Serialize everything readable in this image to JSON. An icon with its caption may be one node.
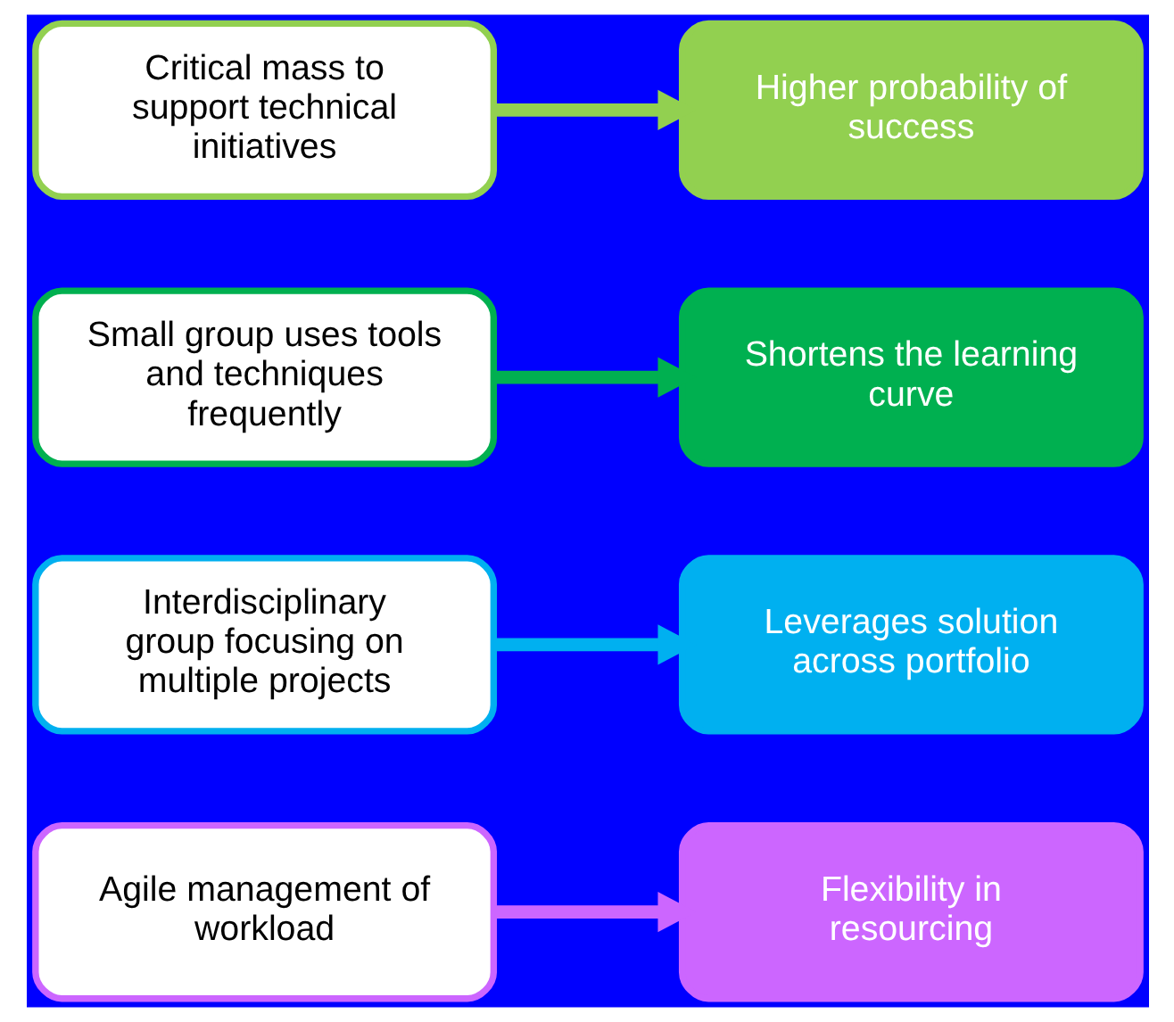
{
  "diagram": {
    "nodes": [
      {
        "text": [
          "Critical mass to support technical initiatives"
        ]
      },
      {
        "text": [
          "Higher probability of success"
        ]
      },
      {
        "text": [
          "Small group uses tools and techniques frequently"
        ]
      },
      {
        "text": [
          "Shortens the learning curve"
        ]
      },
      {
        "text": [
          "Interdisciplinary group focusing on multiple projects"
        ]
      },
      {
        "text": [
          "Leverages solution across portfolio"
        ]
      },
      {
        "text": [
          "Agile management of workload"
        ]
      },
      {
        "text": [
          "Flexibility in resourcing"
        ]
      }
    ],
    "edges": [
      {
        "from": 0,
        "to": 1,
        "arrow": "to",
        "color": "#92d050"
      },
      {
        "from": 2,
        "to": 3,
        "arrow": "to",
        "color": "#00b050"
      },
      {
        "from": 4,
        "to": 5,
        "arrow": "to",
        "color": "#00b0f0"
      },
      {
        "from": 6,
        "to": 7,
        "arrow": "to",
        "color": "#cc66ff"
      }
    ]
  }
}
